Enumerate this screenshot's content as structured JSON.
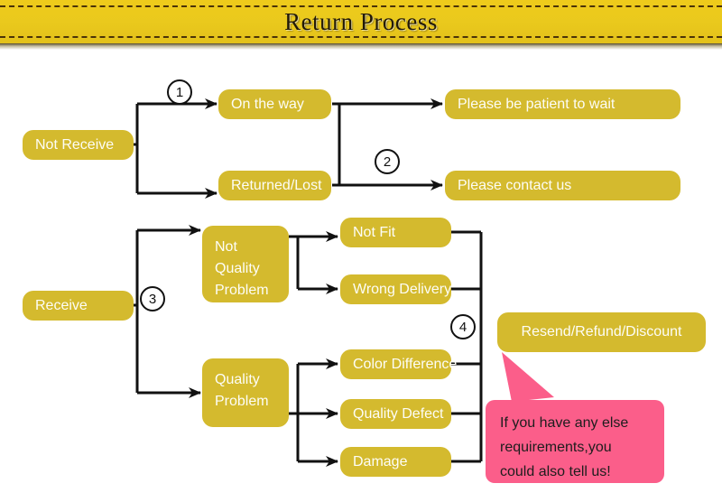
{
  "header": {
    "title": "Return Process"
  },
  "colors": {
    "banner": "#EFCB1B",
    "node": "#D4BA2E",
    "node_text": "#FDFDF6",
    "callout": "#FB5E8A",
    "line": "#111111",
    "background": "#FFFFFF"
  },
  "flow": {
    "start_nodes": [
      {
        "label": "Not Receive"
      },
      {
        "label": "Receive"
      }
    ],
    "branch_not_receive": [
      {
        "label": "On the way"
      },
      {
        "label": "Returned/Lost"
      }
    ],
    "results_not_receive": [
      {
        "label": "Please be patient to wait"
      },
      {
        "label": "Please contact us"
      }
    ],
    "branch_receive": [
      {
        "label": "Not Quality Problem"
      },
      {
        "label": "Quality Problem"
      }
    ],
    "reasons_not_quality": [
      {
        "label": "Not Fit"
      },
      {
        "label": "Wrong Delivery"
      }
    ],
    "reasons_quality": [
      {
        "label": "Color Difference"
      },
      {
        "label": "Quality Defect"
      },
      {
        "label": "Damage"
      }
    ],
    "final_result": {
      "label": "Resend/Refund/Discount"
    },
    "markers": [
      {
        "label": "1"
      },
      {
        "label": "2"
      },
      {
        "label": "3"
      },
      {
        "label": "4"
      }
    ]
  },
  "callout": {
    "line1": "If you have any else",
    "line2": "requirements,you",
    "line3": "could also tell us!"
  }
}
